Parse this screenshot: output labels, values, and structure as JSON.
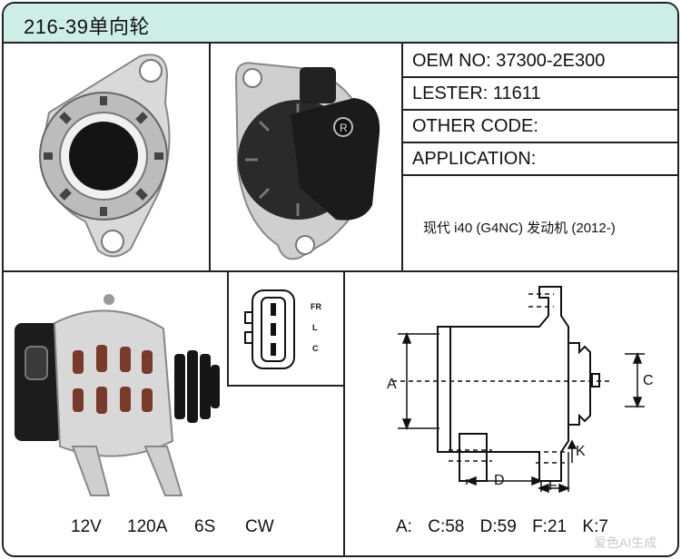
{
  "header": {
    "title": "216-39单向轮"
  },
  "specs": {
    "oem": "OEM NO:  37300-2E300",
    "lester": "LESTER:  11611",
    "other_code": "OTHER CODE:",
    "application": "APPLICATION:",
    "application_value": "现代 i40  (G4NC) 发动机  (2012-)"
  },
  "plug": {
    "pins": [
      "FR",
      "L",
      "C"
    ]
  },
  "electrical": {
    "voltage": "12V",
    "amperage": "120A",
    "pulley": "6S",
    "rotation": "CW"
  },
  "drawing_labels": {
    "a": "A",
    "c": "C",
    "d": "D",
    "f": "F",
    "k": "K"
  },
  "dimensions": {
    "a": "A:",
    "c": "C:58",
    "d": "D:59",
    "f": "F:21",
    "k": "K:7"
  },
  "watermark": "爱色AI生成"
}
